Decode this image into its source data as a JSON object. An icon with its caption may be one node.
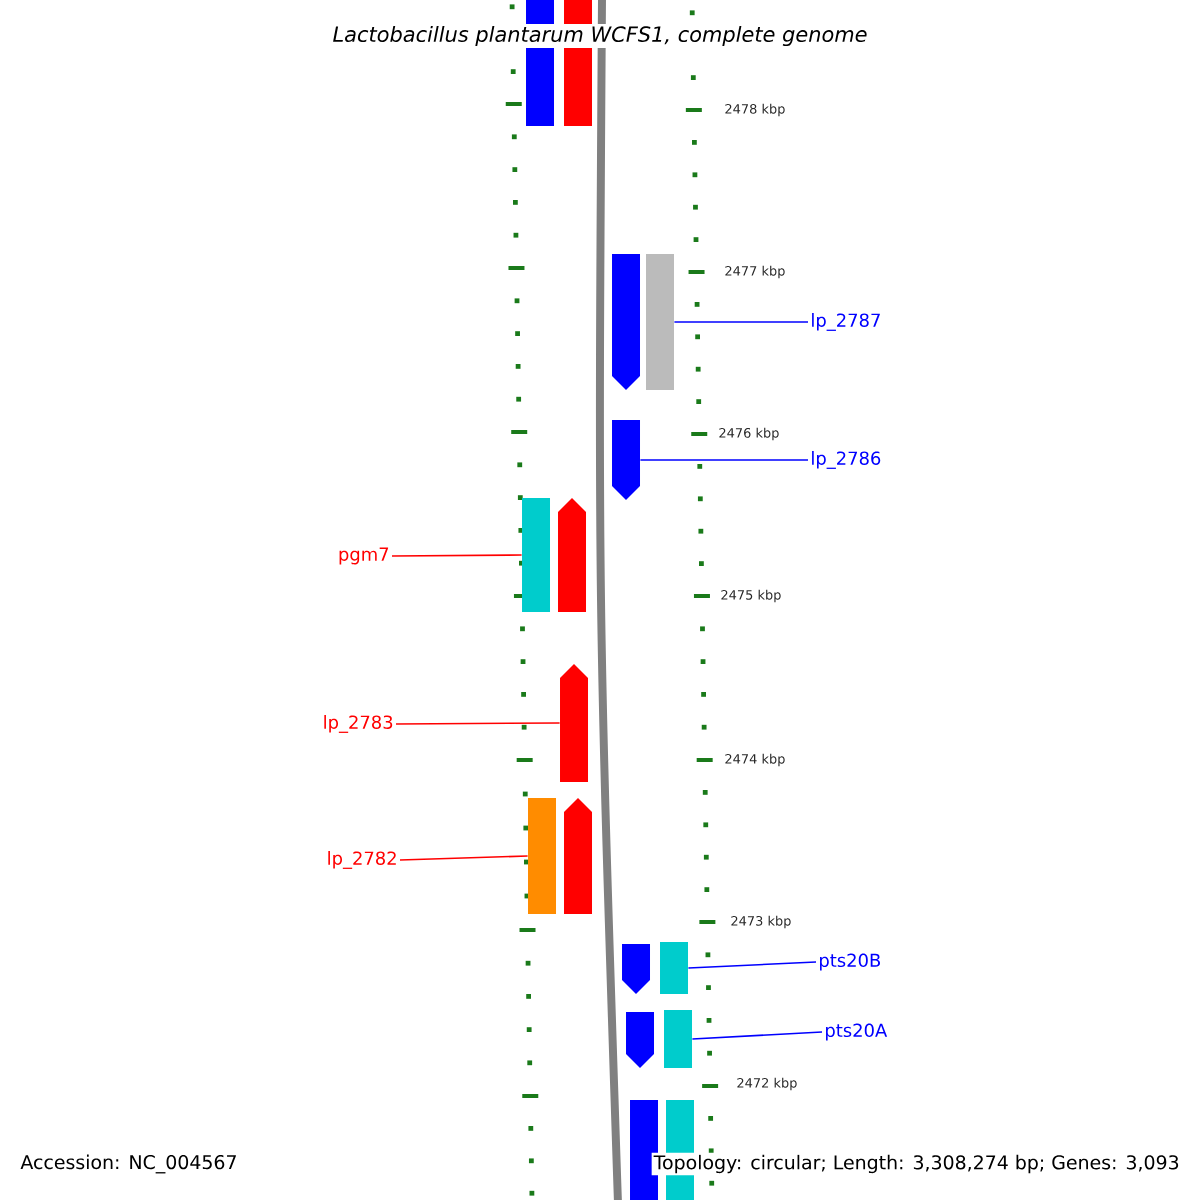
{
  "diagram": {
    "title": "Lactobacillus plantarum WCFS1, complete genome",
    "nodes": [
      {
        "text": [],
        "shape": "box"
      },
      {
        "text": [],
        "shape": "box"
      },
      {
        "text": [
          "lp_2787"
        ]
      },
      {
        "text": [],
        "shape": "arrow"
      },
      {
        "text": [],
        "shape": "box"
      },
      {
        "text": [
          "lp_2786"
        ]
      },
      {
        "text": [],
        "shape": "arrow"
      },
      {
        "text": [
          "pgm7"
        ]
      },
      {
        "text": [],
        "shape": "box"
      },
      {
        "text": [],
        "shape": "arrow"
      },
      {
        "text": [
          "lp_2783"
        ]
      },
      {
        "text": [],
        "shape": "arrow"
      },
      {
        "text": [
          "lp_2782"
        ]
      },
      {
        "text": [],
        "shape": "box"
      },
      {
        "text": [],
        "shape": "arrow"
      },
      {
        "text": [
          "pts20B"
        ]
      },
      {
        "text": [],
        "shape": "arrow"
      },
      {
        "text": [],
        "shape": "box"
      },
      {
        "text": [
          "pts20A"
        ]
      },
      {
        "text": [],
        "shape": "arrow"
      },
      {
        "text": [],
        "shape": "box"
      },
      {
        "text": [],
        "shape": "box"
      },
      {
        "text": [],
        "shape": "box"
      }
    ],
    "edges": [
      {
        "from": 2,
        "to": 4,
        "arrow": "none"
      },
      {
        "from": 5,
        "to": 6,
        "arrow": "none"
      },
      {
        "from": 7,
        "to": 8,
        "arrow": "none",
        "color": "#ff0000"
      },
      {
        "from": 10,
        "to": 11,
        "arrow": "none",
        "color": "#ff0000"
      },
      {
        "from": 12,
        "to": 13,
        "arrow": "none",
        "color": "#ff0000"
      },
      {
        "from": 15,
        "to": 17,
        "arrow": "none"
      },
      {
        "from": 18,
        "to": 20,
        "arrow": "none"
      }
    ],
    "labels": [
      "2478 kbp",
      "2477 kbp",
      "2476 kbp",
      "2475 kbp",
      "2474 kbp",
      "2473 kbp",
      "2472 kbp",
      "Accession: NC_004567",
      "Topology: circular; Length: 3,308,274 bp; Genes: 3,093"
    ]
  }
}
